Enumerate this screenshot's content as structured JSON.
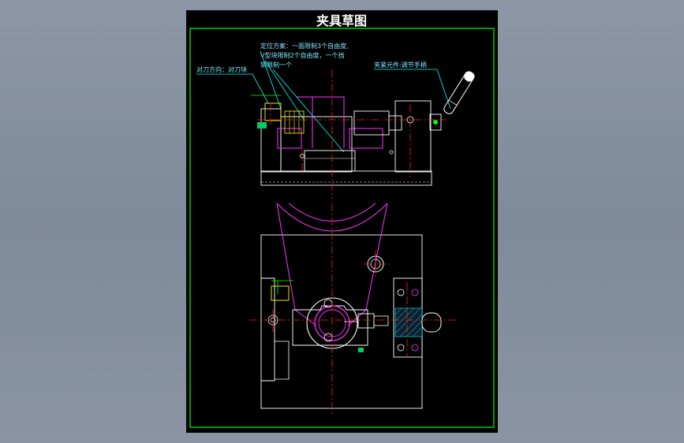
{
  "title": "夹具草图",
  "annotations": {
    "locating_line1": "定位方案：一面限制3个自由度,",
    "locating_line2": "V型块限制2个自由度，一个挡",
    "locating_line3": "销限制一个",
    "tool_setting": "对刀方向：对刀块",
    "clamping": "夹紧元件:调节手柄"
  },
  "colors": {
    "background": "#000000",
    "frame": "#00ff00",
    "outline": "#ffffff",
    "centerline": "#ff2020",
    "hidden": "#ff33ff",
    "leader": "#00ffff",
    "highlight": "#ffff00"
  }
}
